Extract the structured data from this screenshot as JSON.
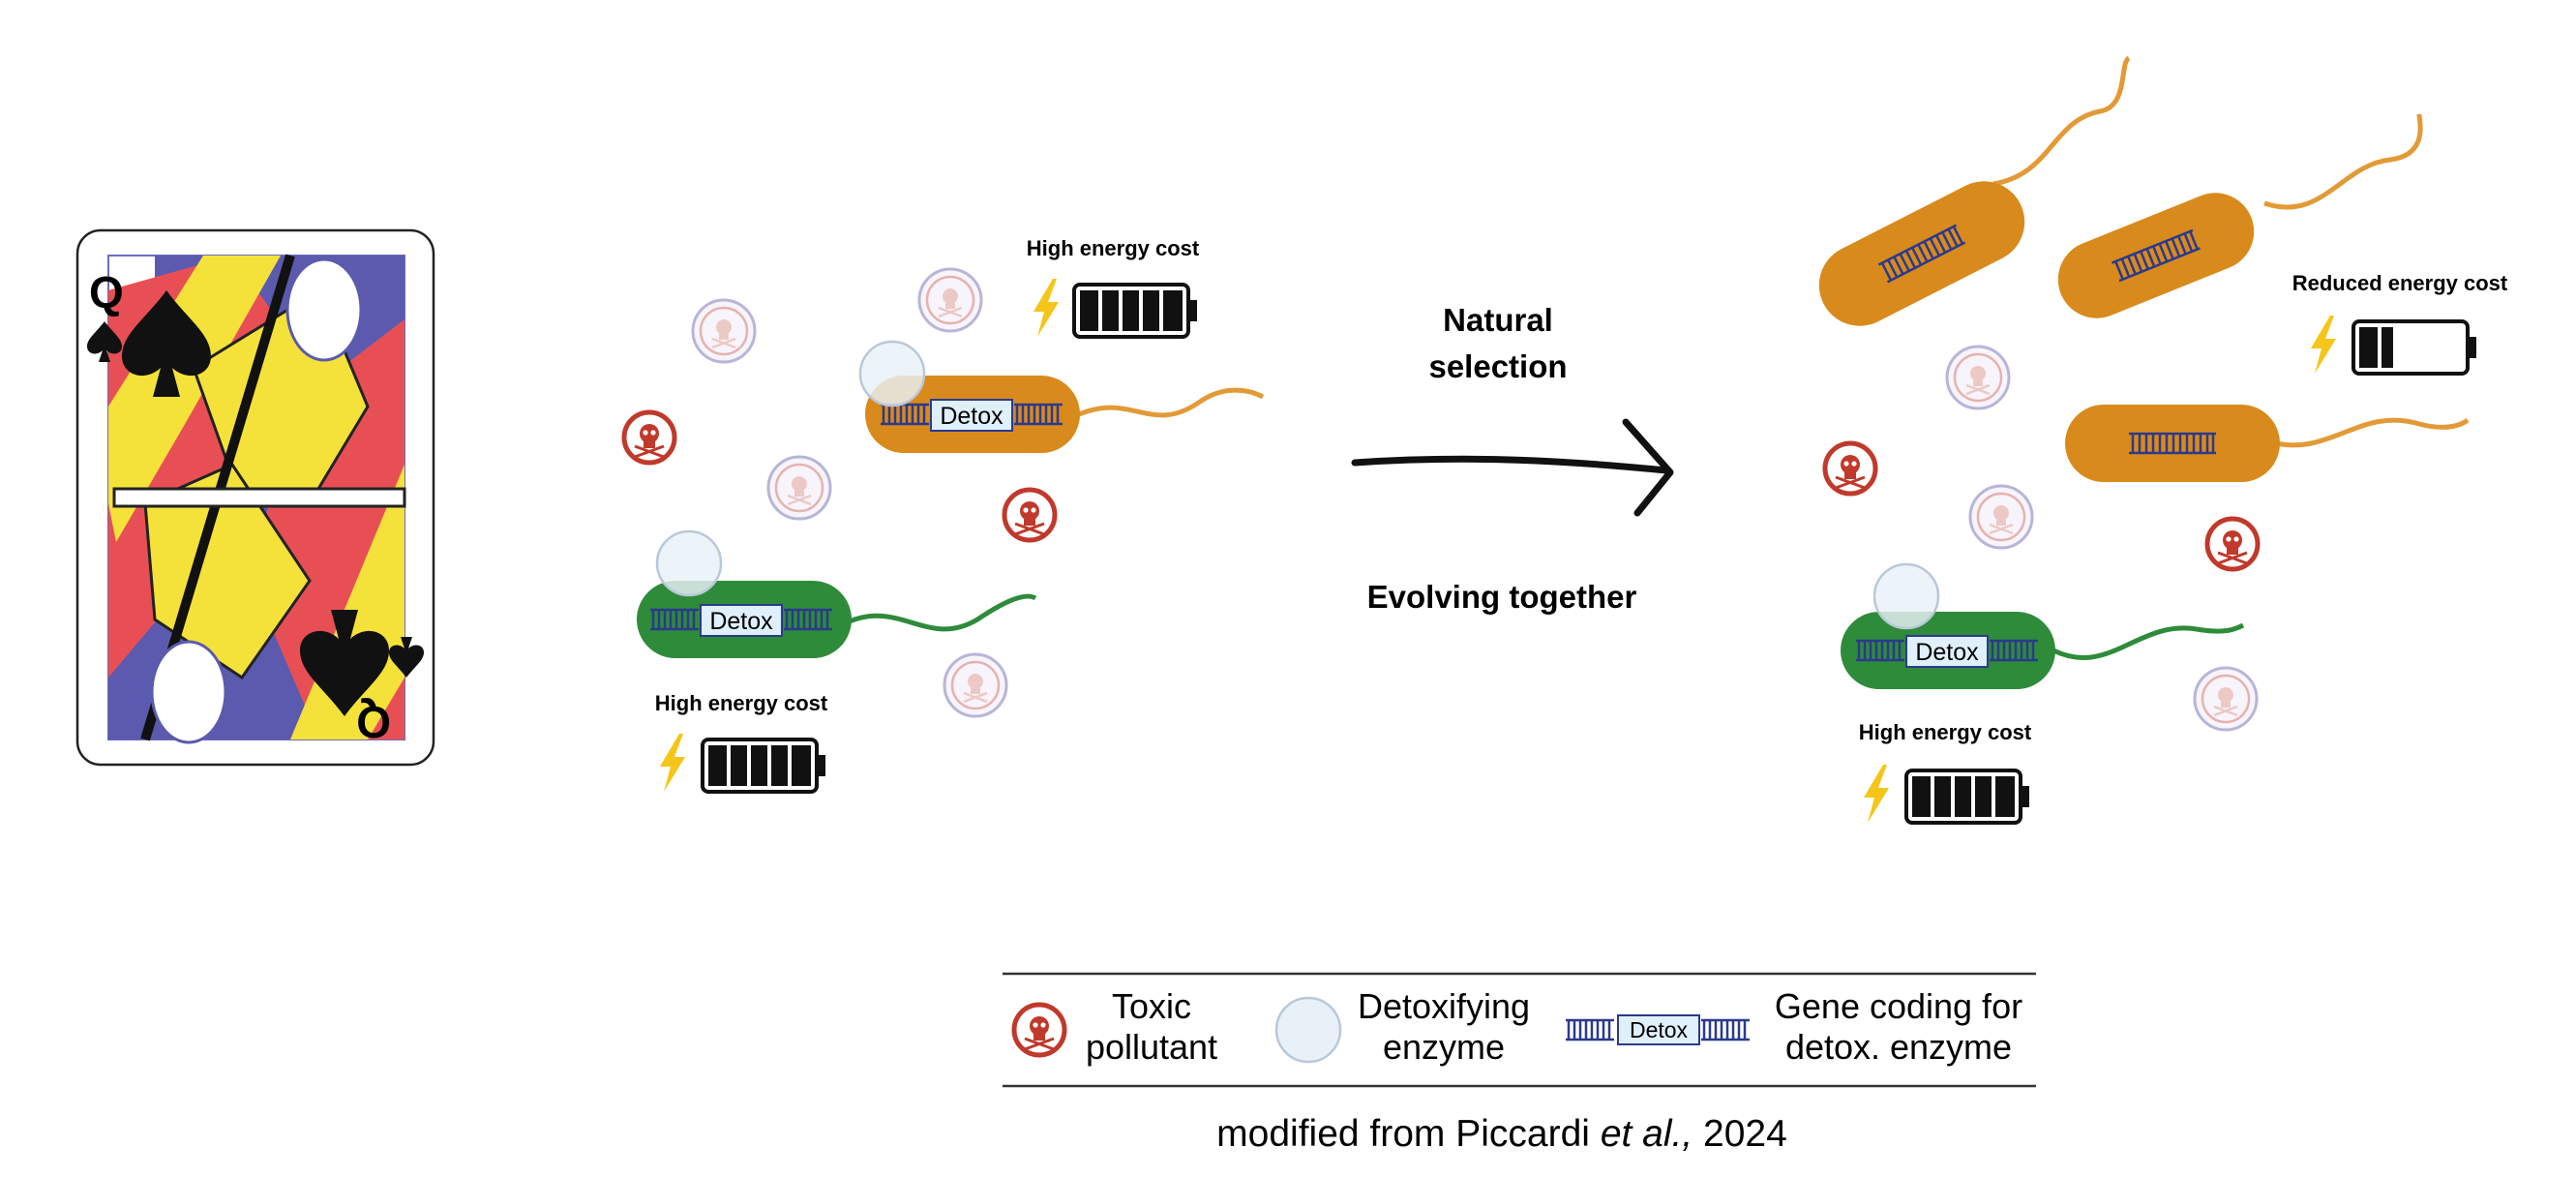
{
  "card": {
    "rank": "Q",
    "suit": "spade"
  },
  "left_group": {
    "top_cost_label": "High energy cost",
    "bottom_cost_label": "High energy cost",
    "orange_gene_label": "Detox",
    "green_gene_label": "Detox",
    "top_battery_level": 1.0,
    "bottom_battery_level": 1.0
  },
  "center": {
    "arrow_label_line1": "Natural",
    "arrow_label_line2": "selection",
    "bottom_label": "Evolving together"
  },
  "right_group": {
    "reduced_cost_label": "Reduced energy cost",
    "reduced_battery_level": 0.33,
    "green_cost_label": "High energy cost",
    "green_battery_level": 1.0,
    "green_gene_label": "Detox"
  },
  "legend": {
    "toxic_line1": "Toxic",
    "toxic_line2": "pollutant",
    "enzyme_line1": "Detoxifying",
    "enzyme_line2": "enzyme",
    "gene_box_label": "Detox",
    "gene_line1": "Gene coding for",
    "gene_line2": "detox. enzyme"
  },
  "credit": {
    "prefix": "modified from Piccardi ",
    "italic": "et al.,",
    "suffix": " 2024"
  },
  "colors": {
    "orange_cell": "#d98a1c",
    "green_cell": "#2e8b3a",
    "toxic_red": "#c0392b",
    "bolt_yellow": "#f5c518",
    "dna_blue": "#2b3a8c",
    "enzyme_fill": "#e9f1f8"
  }
}
